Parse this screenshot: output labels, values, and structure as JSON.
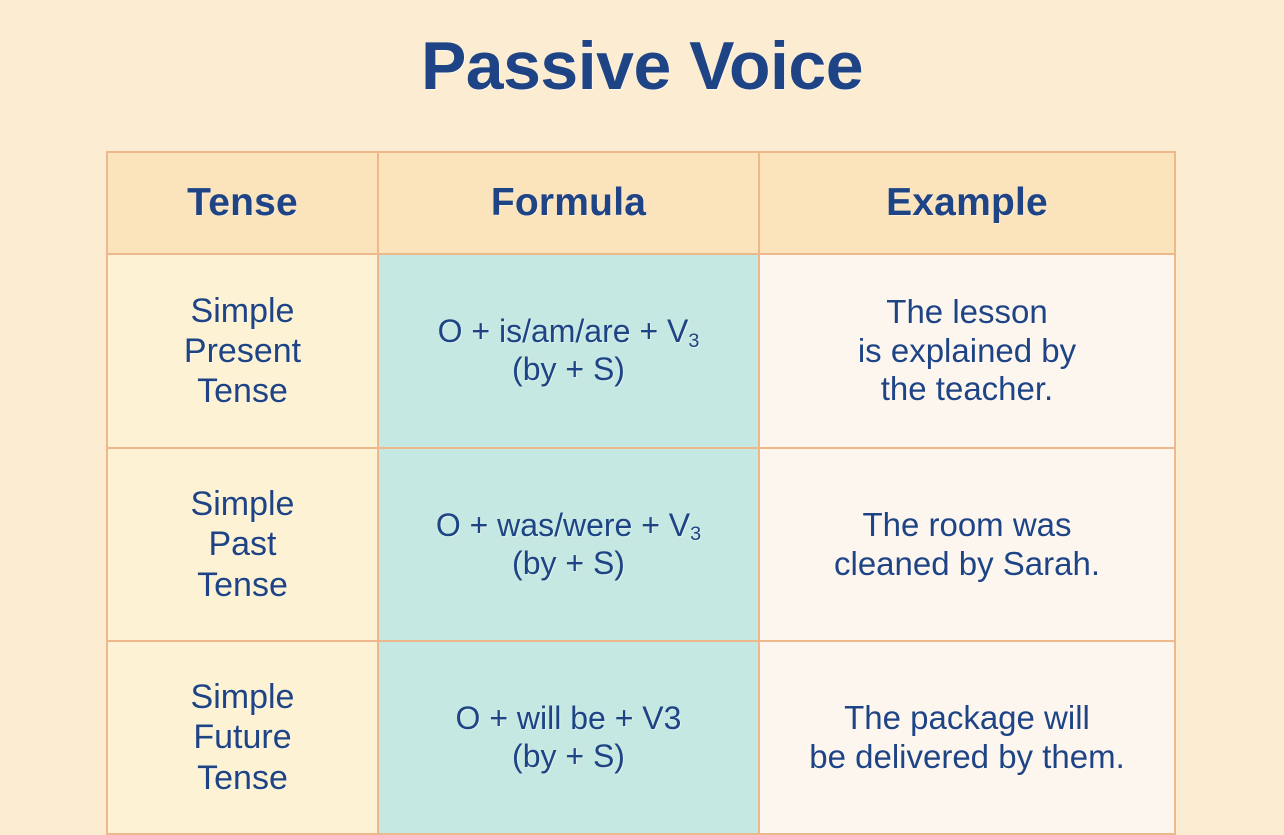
{
  "page": {
    "title": "Passive Voice",
    "background_color": "#fcecd2",
    "text_color": "#1e4485",
    "border_color": "#edb98c"
  },
  "table": {
    "headers": {
      "tense": "Tense",
      "formula": "Formula",
      "example": "Example"
    },
    "header_background": "#fbe3bc",
    "tense_background": "#fdf2d3",
    "formula_background": "#c5e8e2",
    "example_background": "#fdf6ee",
    "rows": [
      {
        "tense": "Simple\nPresent\nTense",
        "formula_pre": "O + is/am/are + V",
        "formula_sub": "3",
        "formula_post": "",
        "formula_line2": "(by + S)",
        "example": "The lesson\nis explained by\nthe teacher."
      },
      {
        "tense": "Simple\nPast\nTense",
        "formula_pre": "O + was/were + V",
        "formula_sub": "3",
        "formula_post": "",
        "formula_line2": "(by + S)",
        "example": "The room was\ncleaned by Sarah."
      },
      {
        "tense": "Simple\nFuture\nTense",
        "formula_pre": "O + will be + V3",
        "formula_sub": "",
        "formula_post": "",
        "formula_line2": "(by + S)",
        "example": "The package will\nbe delivered by them."
      }
    ]
  }
}
